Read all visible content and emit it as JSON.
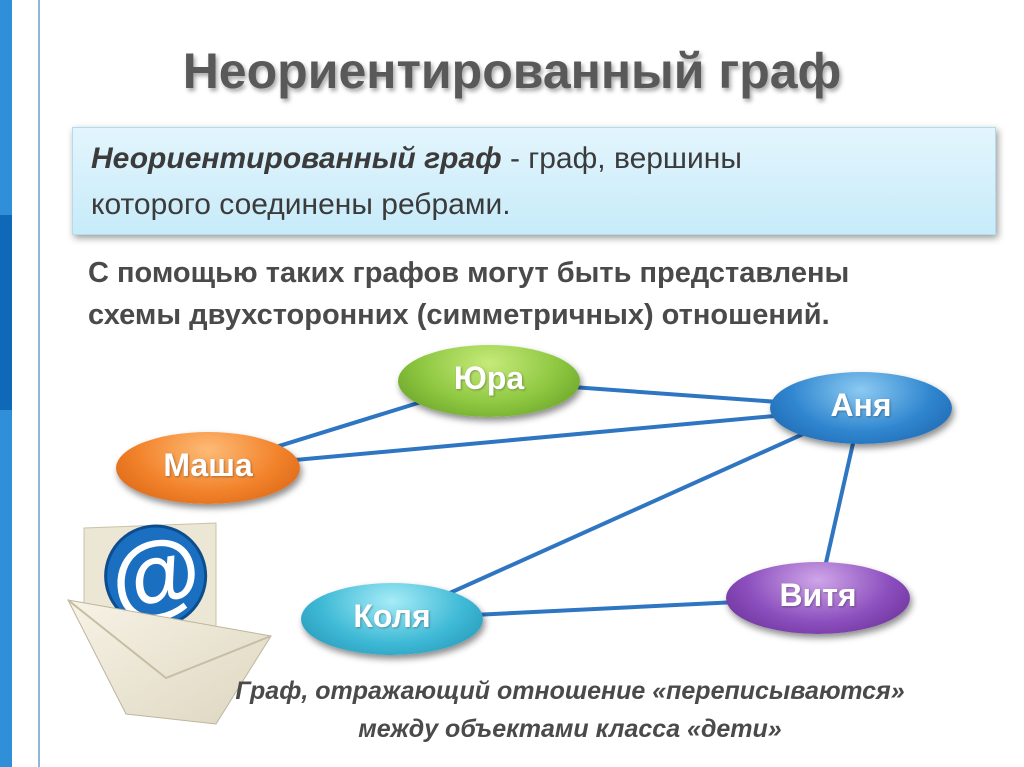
{
  "slide": {
    "title": "Неориентированный граф",
    "definition": {
      "term": "Неориентированный граф",
      "line1_rest": " - граф, вершины",
      "line2": "которого соединены ребрами."
    },
    "description": {
      "line1": "С помощью таких графов могут быть представлены",
      "line2": "схемы двухсторонних (симметричных) отношений."
    },
    "caption": {
      "line1": "Граф, отражающий отношение «переписываются»",
      "line2": "между объектами класса «дети»"
    },
    "icons": {
      "envelope": "envelope-at-icon"
    }
  },
  "graph": {
    "nodes": [
      {
        "id": "yura",
        "label": "Юра",
        "color": "#8cc63f"
      },
      {
        "id": "anya",
        "label": "Аня",
        "color": "#2f86cf"
      },
      {
        "id": "masha",
        "label": "Маша",
        "color": "#f2822a"
      },
      {
        "id": "kolya",
        "label": "Коля",
        "color": "#3fbad6"
      },
      {
        "id": "vitya",
        "label": "Витя",
        "color": "#8c4fbe"
      }
    ],
    "edges": [
      {
        "from": "masha",
        "to": "yura"
      },
      {
        "from": "masha",
        "to": "anya"
      },
      {
        "from": "yura",
        "to": "anya"
      },
      {
        "from": "anya",
        "to": "kolya"
      },
      {
        "from": "anya",
        "to": "vitya"
      },
      {
        "from": "kolya",
        "to": "vitya"
      }
    ],
    "edge_color": "#2e75c2"
  }
}
